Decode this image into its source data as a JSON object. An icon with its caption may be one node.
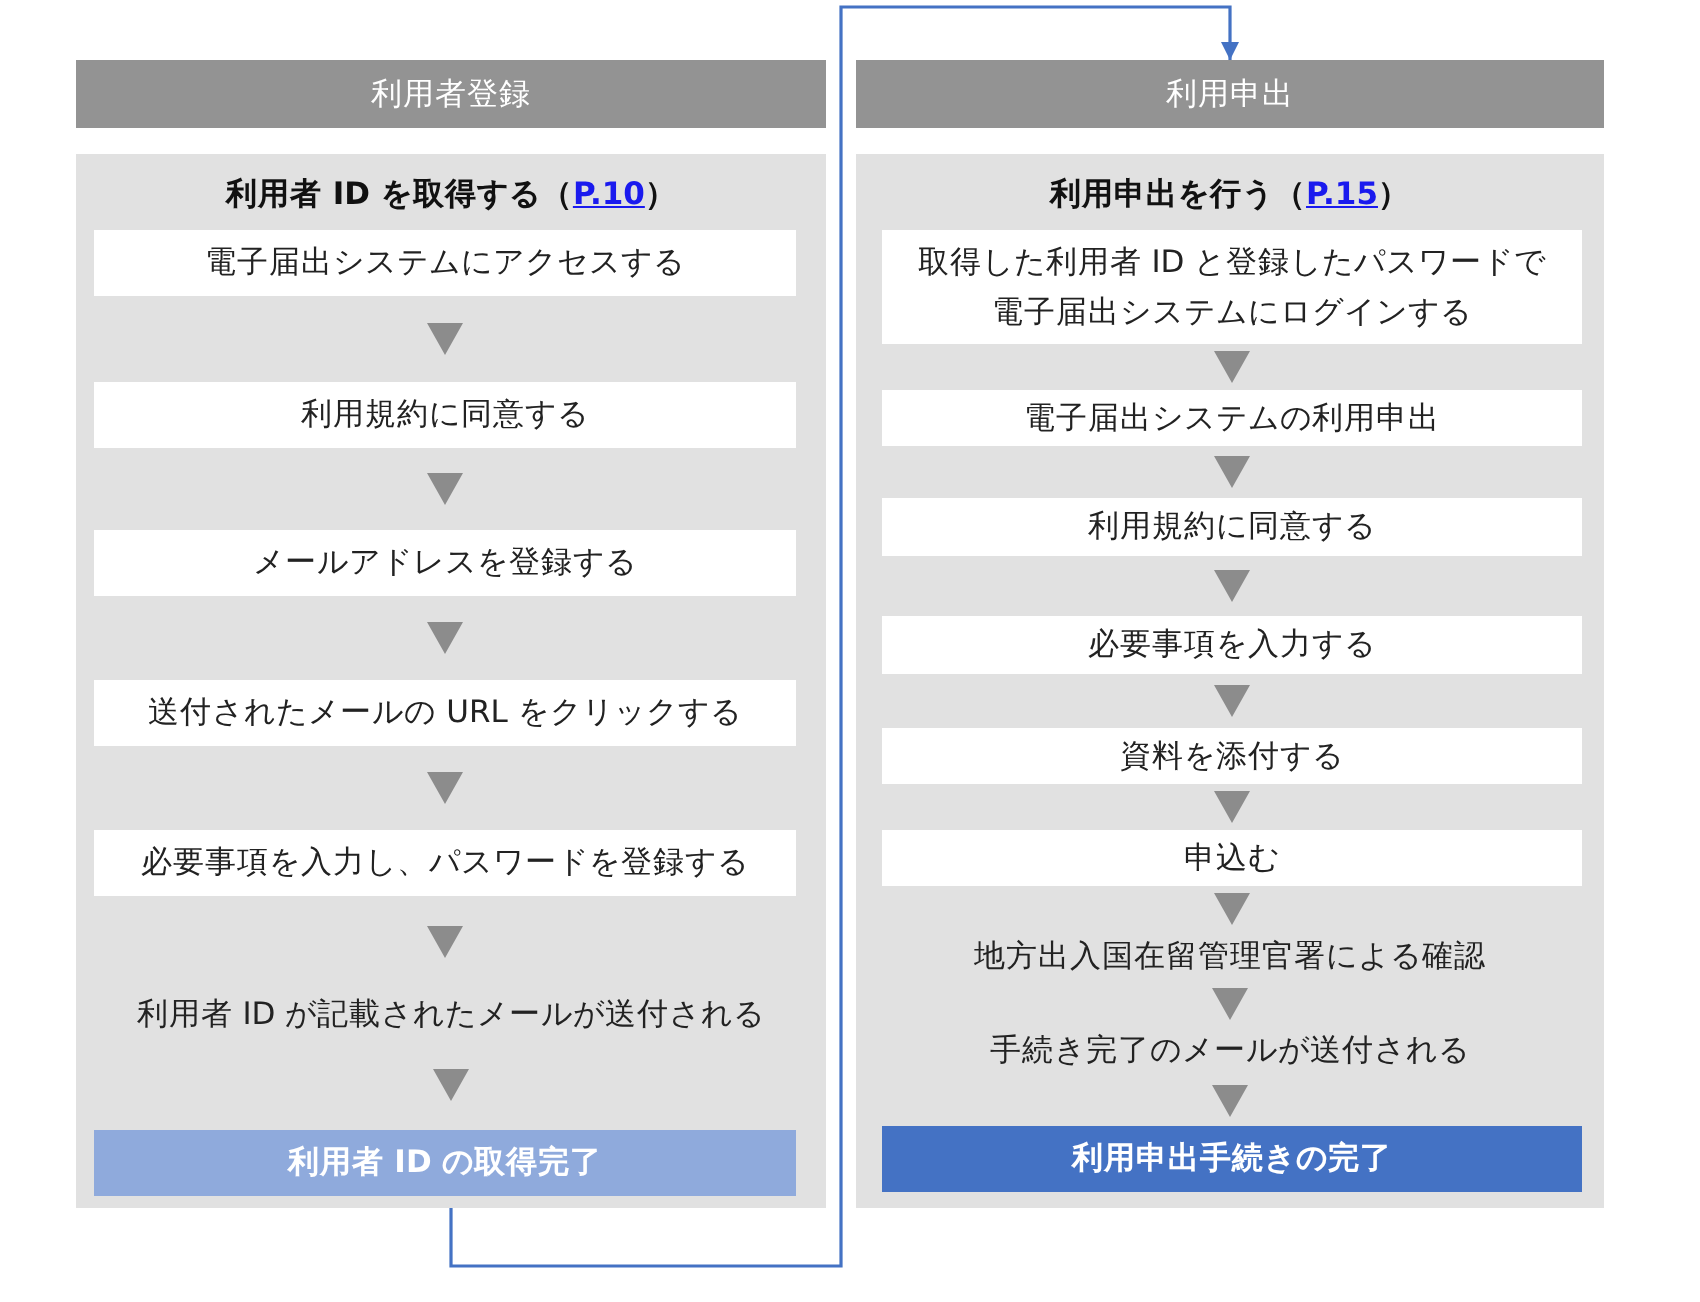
{
  "diagram": {
    "nodes": [
      {
        "text": [
          "利用者登録"
        ]
      },
      {
        "text": [
          "利用者 ID を取得する（",
          "P.10",
          "）"
        ]
      },
      {
        "text": [
          "電子届出システムにアクセスする"
        ],
        "in": 1
      },
      {
        "text": [
          "利用規約に同意する"
        ],
        "in": 1
      },
      {
        "text": [
          "メールアドレスを登録する"
        ],
        "in": 1
      },
      {
        "text": [
          "送付されたメールの URL をクリックする"
        ],
        "in": 1
      },
      {
        "text": [
          "必要事項を入力し、パスワードを登録する"
        ],
        "in": 1
      },
      {
        "text": [
          "利用者 ID が記載されたメールが送付される"
        ],
        "in": 1
      },
      {
        "text": [
          "利用者 ID の取得完了"
        ],
        "in": 1
      },
      {
        "text": [
          "利用申出"
        ]
      },
      {
        "text": [
          "利用申出を行う（",
          "P.15",
          "）"
        ]
      },
      {
        "text": [
          "取得した利用者 ID と登録したパスワードで電子届出システムにログインする"
        ],
        "in": 10
      },
      {
        "text": [
          "電子届出システムの利用申出"
        ],
        "in": 10
      },
      {
        "text": [
          "利用規約に同意する"
        ],
        "in": 10
      },
      {
        "text": [
          "必要事項を入力する"
        ],
        "in": 10
      },
      {
        "text": [
          "資料を添付する"
        ],
        "in": 10
      },
      {
        "text": [
          "申込む"
        ],
        "in": 10
      },
      {
        "text": [
          "地方出入国在留管理官署による確認"
        ],
        "in": 10
      },
      {
        "text": [
          "手続き完了のメールが送付される"
        ],
        "in": 10
      },
      {
        "text": [
          "利用申出手続きの完了"
        ],
        "in": 10
      }
    ],
    "edges": [
      {
        "from": 2,
        "to": 3,
        "arrow": "to"
      },
      {
        "from": 3,
        "to": 4,
        "arrow": "to"
      },
      {
        "from": 4,
        "to": 5,
        "arrow": "to"
      },
      {
        "from": 5,
        "to": 6,
        "arrow": "to"
      },
      {
        "from": 6,
        "to": 7,
        "arrow": "to"
      },
      {
        "from": 7,
        "to": 8,
        "arrow": "to"
      },
      {
        "from": 1,
        "to": 9,
        "arrow": "to",
        "color": "#4472c4"
      },
      {
        "from": 11,
        "to": 12,
        "arrow": "to"
      },
      {
        "from": 12,
        "to": 13,
        "arrow": "to"
      },
      {
        "from": 13,
        "to": 14,
        "arrow": "to"
      },
      {
        "from": 14,
        "to": 15,
        "arrow": "to"
      },
      {
        "from": 15,
        "to": 16,
        "arrow": "to"
      },
      {
        "from": 16,
        "to": 17,
        "arrow": "to"
      },
      {
        "from": 17,
        "to": 18,
        "arrow": "to"
      },
      {
        "from": 18,
        "to": 19,
        "arrow": "to"
      }
    ]
  }
}
